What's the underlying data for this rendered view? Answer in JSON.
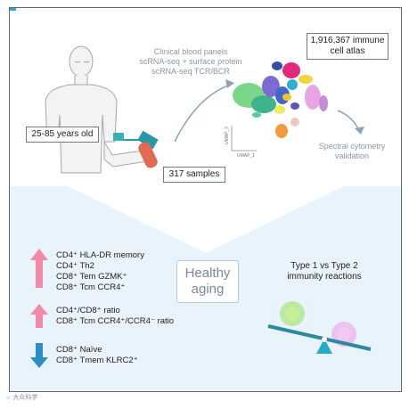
{
  "age_label": "25-85 years old",
  "samples_label": "317 samples",
  "assays": [
    "Clinical blood panels",
    "scRNA-seq + surface protein",
    "scRNA-seq TCR/BCR"
  ],
  "atlas_label": [
    "1,916,367 immune",
    "cell atlas"
  ],
  "umap_axes": {
    "x": "UMAP_1",
    "y": "UMAP_2"
  },
  "cytometry_label": [
    "Spectral cytometry",
    "validation"
  ],
  "center_label": [
    "Healthy",
    "aging"
  ],
  "increased_group1": [
    "CD4⁺ HLA-DR memory",
    "CD4⁺ Th2",
    "CD8⁺ Tem GZMK⁺",
    "CD8⁺ Tcm CCR4⁺"
  ],
  "increased_group2": [
    "CD4⁺/CD8⁺ ratio",
    "CD8⁺ Tcm CCR4⁺/CCR4⁻ ratio"
  ],
  "decreased_group": [
    "CD8⁺ Naïve",
    "CD8⁺ Tmem KLRC2⁺"
  ],
  "immunity_label": [
    "Type 1 vs Type 2",
    "immunity reactions"
  ],
  "watermark": "大众科学",
  "colors": {
    "up_arrow": "#f08aa7",
    "down_arrow": "#2b8fc3",
    "panel_bg": "#e9f3fb",
    "box_border": "#6a7c8d",
    "seesaw_beam": "#2a8ba0",
    "fulcrum": "#2ba8c8",
    "ball_left": "#a8e27a",
    "ball_right": "#e9b3e9"
  }
}
